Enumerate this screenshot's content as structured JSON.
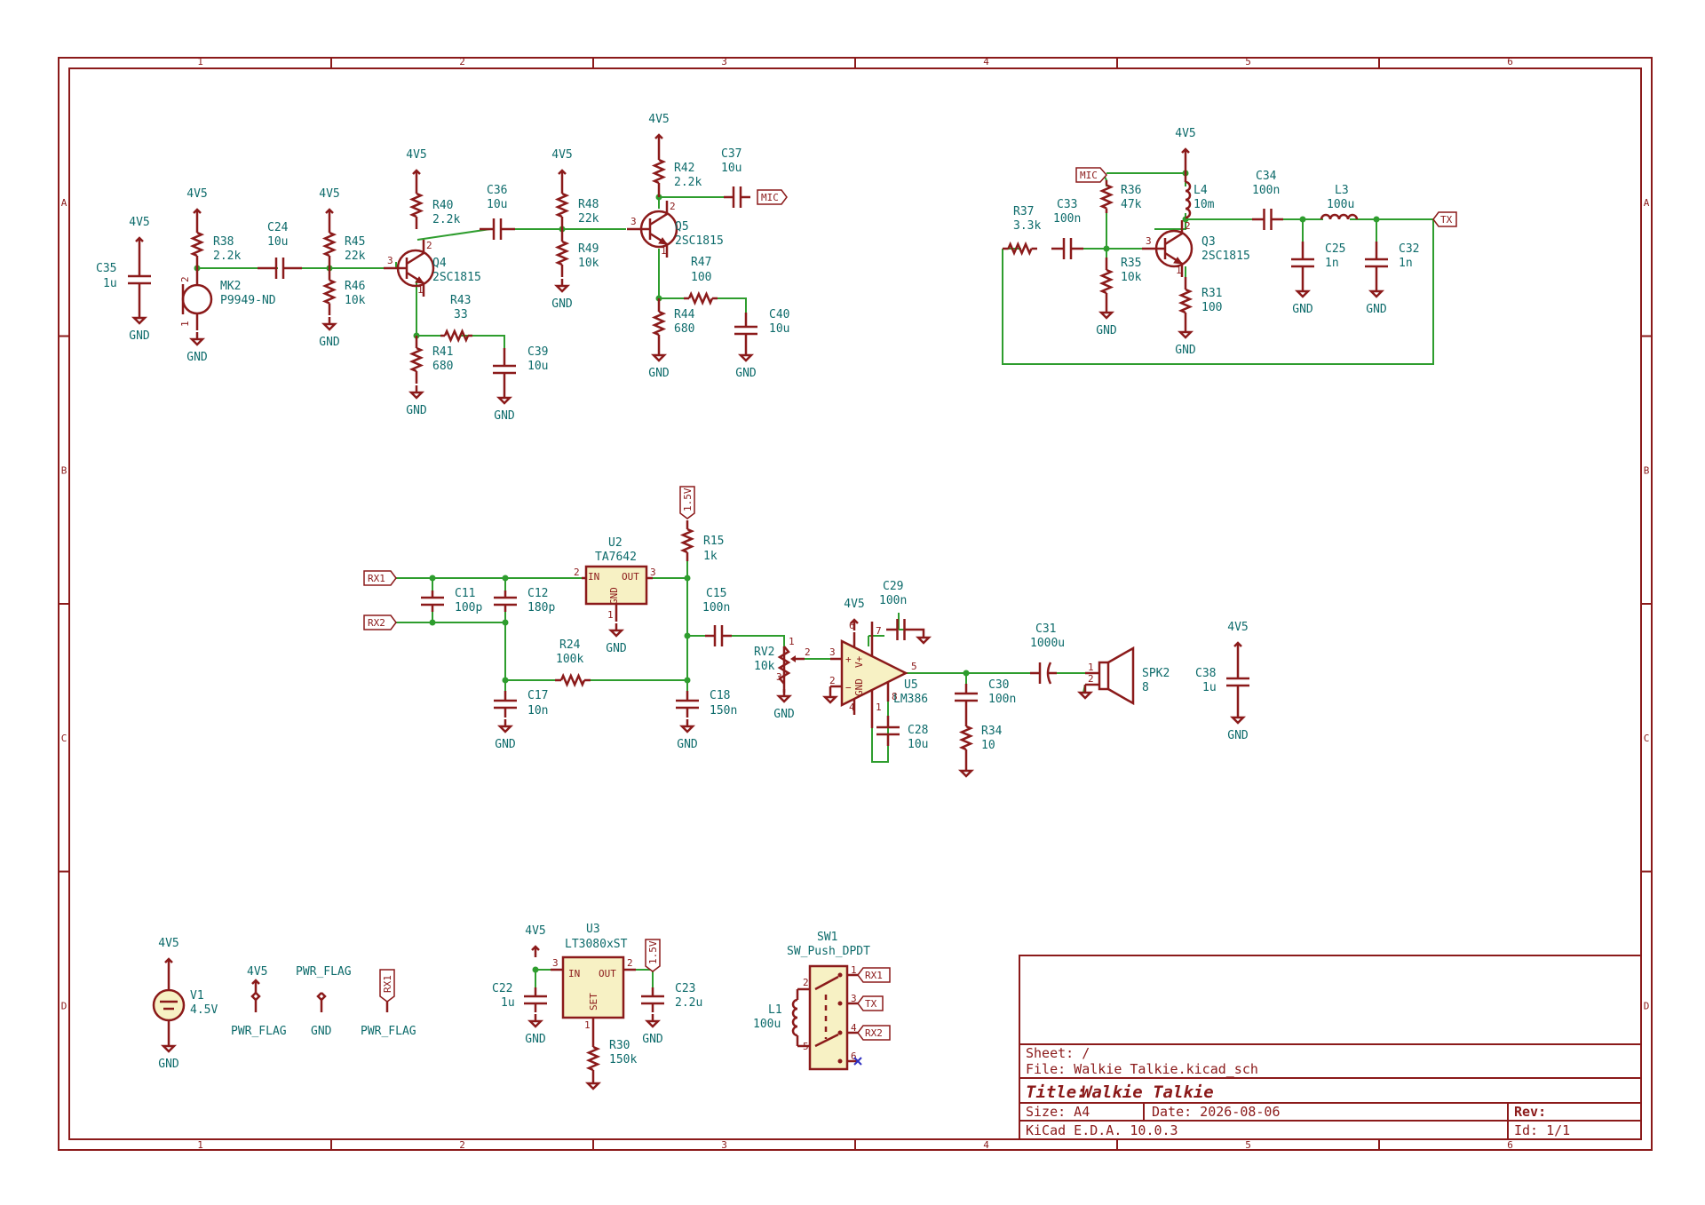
{
  "border": {
    "columns": [
      "1",
      "2",
      "3",
      "4",
      "5",
      "6"
    ],
    "rows": [
      "A",
      "B",
      "C",
      "D"
    ]
  },
  "title_block": {
    "sheet": "Sheet: /",
    "file": "File: Walkie Talkie.kicad_sch",
    "title_label": "Title:",
    "title": "Walkie Talkie",
    "size": "Size: A4",
    "date": "Date: 2026-08-06",
    "rev": "Rev:",
    "tool": "KiCad E.D.A. 10.0.3",
    "id": "Id: 1/1"
  },
  "power": {
    "v45": "4V5",
    "gnd": "GND",
    "v15": "1.5V",
    "pwr_flag": "PWR_FLAG"
  },
  "net_labels": {
    "mic": "MIC",
    "tx": "TX",
    "rx1": "RX1",
    "rx2": "RX2"
  },
  "components": {
    "C35": {
      "ref": "C35",
      "value": "1u"
    },
    "R38": {
      "ref": "R38",
      "value": "2.2k"
    },
    "MK2": {
      "ref": "MK2",
      "value": "P9949-ND"
    },
    "C24": {
      "ref": "C24",
      "value": "10u"
    },
    "R45": {
      "ref": "R45",
      "value": "22k"
    },
    "R46": {
      "ref": "R46",
      "value": "10k"
    },
    "R40": {
      "ref": "R40",
      "value": "2.2k"
    },
    "Q4": {
      "ref": "Q4",
      "value": "2SC1815"
    },
    "R43": {
      "ref": "R43",
      "value": "33"
    },
    "R41": {
      "ref": "R41",
      "value": "680"
    },
    "C39": {
      "ref": "C39",
      "value": "10u"
    },
    "C36": {
      "ref": "C36",
      "value": "10u"
    },
    "R48": {
      "ref": "R48",
      "value": "22k"
    },
    "R49": {
      "ref": "R49",
      "value": "10k"
    },
    "R42": {
      "ref": "R42",
      "value": "2.2k"
    },
    "C37": {
      "ref": "C37",
      "value": "10u"
    },
    "Q5": {
      "ref": "Q5",
      "value": "2SC1815"
    },
    "R47": {
      "ref": "R47",
      "value": "100"
    },
    "R44": {
      "ref": "R44",
      "value": "680"
    },
    "C40": {
      "ref": "C40",
      "value": "10u"
    },
    "R37": {
      "ref": "R37",
      "value": "3.3k"
    },
    "C33": {
      "ref": "C33",
      "value": "100n"
    },
    "R36": {
      "ref": "R36",
      "value": "47k"
    },
    "R35": {
      "ref": "R35",
      "value": "10k"
    },
    "L4": {
      "ref": "L4",
      "value": "10m"
    },
    "Q3": {
      "ref": "Q3",
      "value": "2SC1815"
    },
    "R31": {
      "ref": "R31",
      "value": "100"
    },
    "C34": {
      "ref": "C34",
      "value": "100n"
    },
    "L3": {
      "ref": "L3",
      "value": "100u"
    },
    "C25": {
      "ref": "C25",
      "value": "1n"
    },
    "C32": {
      "ref": "C32",
      "value": "1n"
    },
    "C11": {
      "ref": "C11",
      "value": "100p"
    },
    "C12": {
      "ref": "C12",
      "value": "180p"
    },
    "U2": {
      "ref": "U2",
      "value": "TA7642"
    },
    "R15": {
      "ref": "R15",
      "value": "1k"
    },
    "C15": {
      "ref": "C15",
      "value": "100n"
    },
    "R24": {
      "ref": "R24",
      "value": "100k"
    },
    "C17": {
      "ref": "C17",
      "value": "10n"
    },
    "C18": {
      "ref": "C18",
      "value": "150n"
    },
    "RV2": {
      "ref": "RV2",
      "value": "10k"
    },
    "C29": {
      "ref": "C29",
      "value": "100n"
    },
    "U5": {
      "ref": "U5",
      "value": "LM386"
    },
    "C28": {
      "ref": "C28",
      "value": "10u"
    },
    "C30": {
      "ref": "C30",
      "value": "100n"
    },
    "R34": {
      "ref": "R34",
      "value": "10"
    },
    "C31": {
      "ref": "C31",
      "value": "1000u"
    },
    "SPK2": {
      "ref": "SPK2",
      "value": "8"
    },
    "C38": {
      "ref": "C38",
      "value": "1u"
    },
    "V1": {
      "ref": "V1",
      "value": "4.5V"
    },
    "U3": {
      "ref": "U3",
      "value": "LT3080xST"
    },
    "C22": {
      "ref": "C22",
      "value": "1u"
    },
    "C23": {
      "ref": "C23",
      "value": "2.2u"
    },
    "R30": {
      "ref": "R30",
      "value": "150k"
    },
    "SW1": {
      "ref": "SW1",
      "value": "SW_Push_DPDT"
    },
    "L1": {
      "ref": "L1",
      "value": "100u"
    }
  },
  "pin_labels": {
    "in": "IN",
    "out": "OUT",
    "gnd": "GND",
    "set": "SET",
    "vplus": "V+"
  }
}
